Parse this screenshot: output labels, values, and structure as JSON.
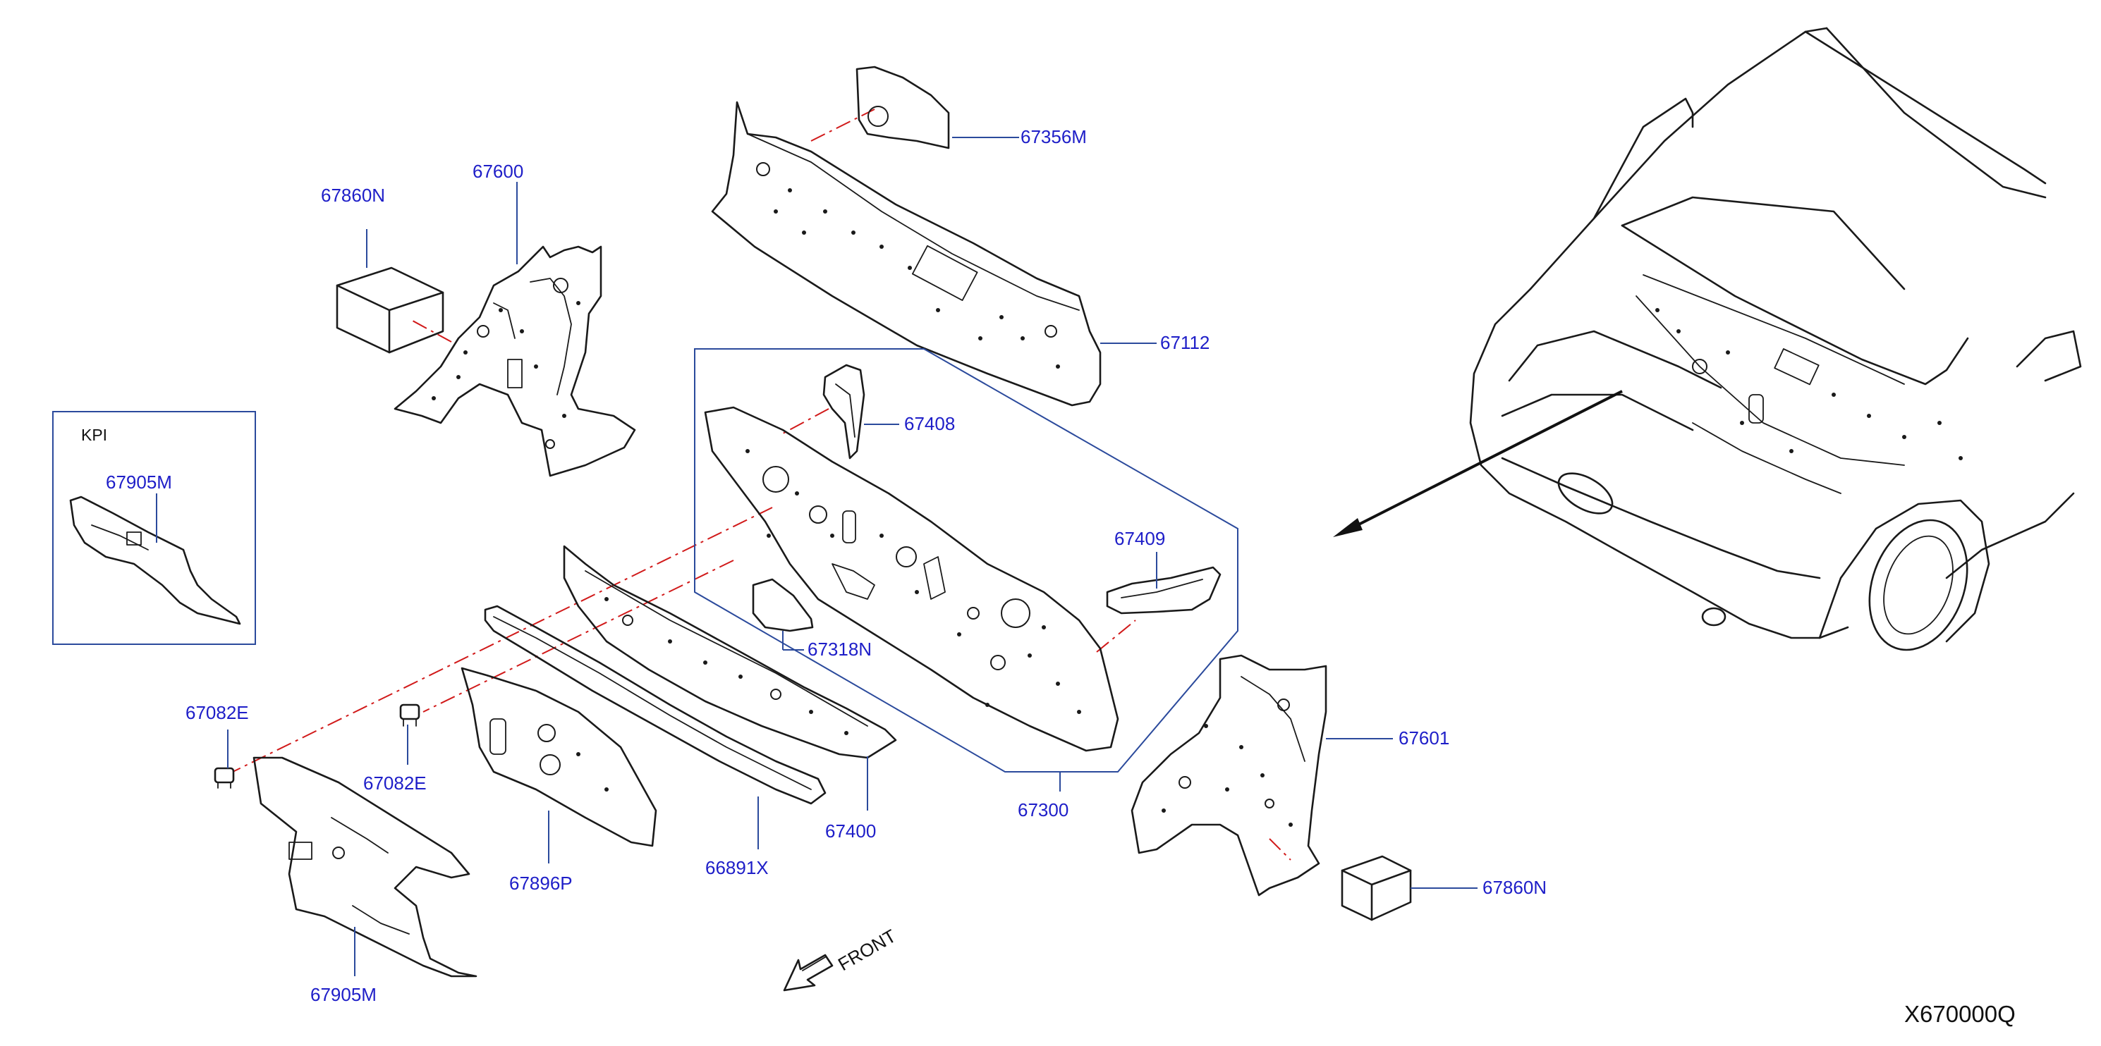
{
  "diagram": {
    "figure_id": "X670000Q",
    "front_label": "FRONT",
    "inset_label": "KPI",
    "parts": {
      "p67860N_left": "67860N",
      "p67600": "67600",
      "p67356M": "67356M",
      "p67112": "67112",
      "p67408": "67408",
      "p67409": "67409",
      "p67318N": "67318N",
      "p67300": "67300",
      "p67601": "67601",
      "p67860N_right": "67860N",
      "p67905M_inset": "67905M",
      "p67082E_left": "67082E",
      "p67082E_mid": "67082E",
      "p67896P": "67896P",
      "p66891X": "66891X",
      "p67400": "67400",
      "p67905M_bottom": "67905M"
    }
  }
}
